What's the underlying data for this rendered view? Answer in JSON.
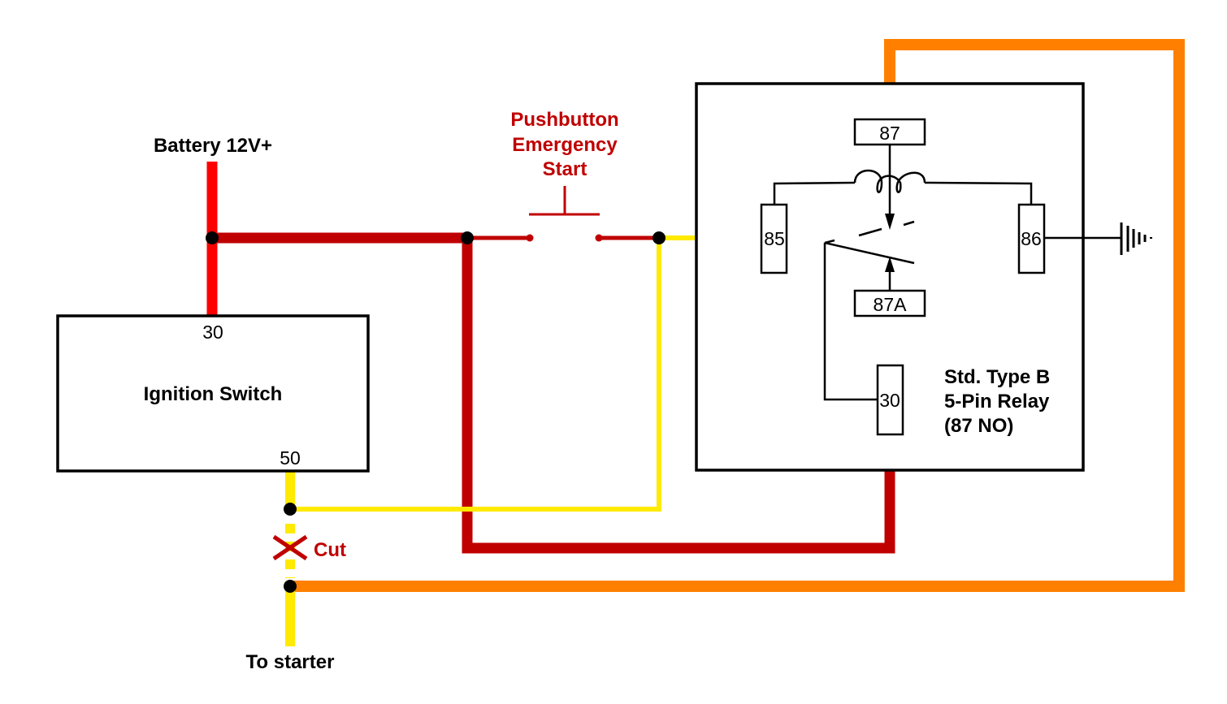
{
  "title": "Pushbutton Emergency Start Relay Wiring",
  "colors": {
    "battery_wire": "#ff0000",
    "power_wire": "#c00000",
    "signal_wire": "#ffea00",
    "relay_output_wire": "#ff8000",
    "outline": "#000000",
    "label_accent": "#c00000"
  },
  "labels": {
    "battery": "Battery 12V+",
    "pushbutton_line1": "Pushbutton",
    "pushbutton_line2": "Emergency",
    "pushbutton_line3": "Start",
    "cut": "Cut",
    "to_starter": "To starter"
  },
  "ignition_switch": {
    "name": "Ignition Switch",
    "pin_in": "30",
    "pin_start": "50"
  },
  "relay": {
    "desc_line1": "Std. Type B",
    "desc_line2": "5-Pin Relay",
    "desc_line3": "(87 NO)",
    "pins": {
      "p87": "87",
      "p87a": "87A",
      "p85": "85",
      "p86": "86",
      "p30": "30"
    }
  },
  "icons": [
    "ground-symbol",
    "relay-coil",
    "switch-contact",
    "cut-mark",
    "junction-dot"
  ]
}
